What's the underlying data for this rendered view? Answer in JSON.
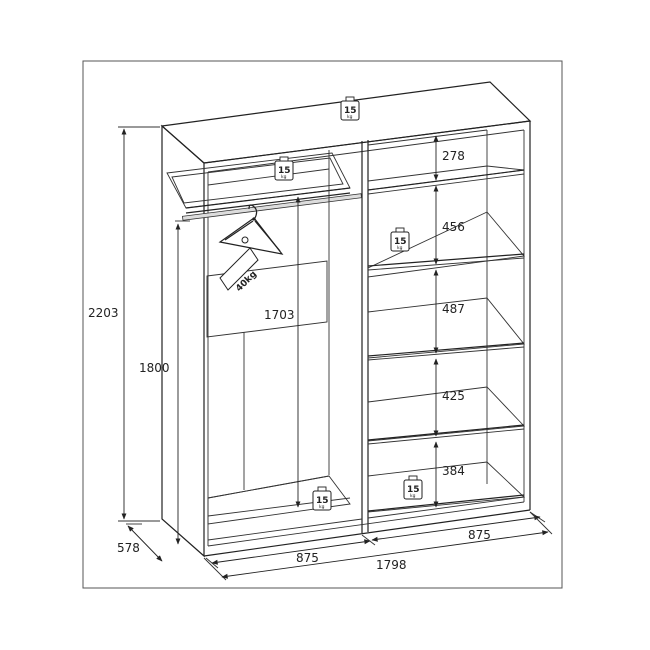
{
  "dimensions": {
    "height_total": "2203",
    "height_inner": "1800",
    "hang_height": "1703",
    "depth": "578",
    "width_left": "875",
    "width_right": "875",
    "width_total": "1798"
  },
  "shelf_gaps": [
    "278",
    "456",
    "487",
    "425",
    "384"
  ],
  "weights": {
    "top": "15",
    "rail_shelf": "15",
    "right_shelf": "15",
    "left_bottom": "15",
    "right_bottom": "15",
    "unit": "kg",
    "hanger": "40kg"
  }
}
